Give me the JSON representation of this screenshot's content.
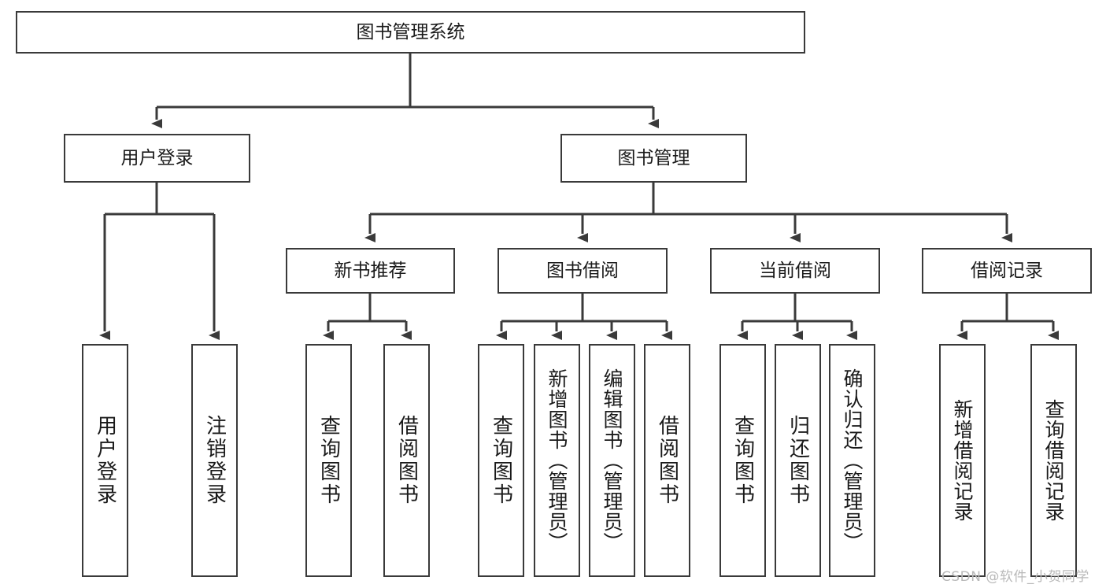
{
  "diagram": {
    "title": "图书管理系统",
    "type": "hierarchy-tree",
    "watermark": "CSDN @软件_小贺同学",
    "colors": {
      "box_border": "#3a3a3a",
      "box_fill": "#ffffff",
      "text": "#1a1a1a",
      "edge": "#3a3a3a",
      "watermark": "#b9b9b9"
    },
    "nodes": {
      "root": {
        "label": "图书管理系统"
      },
      "level2": [
        {
          "id": "user-login",
          "label": "用户登录"
        },
        {
          "id": "book-management",
          "label": "图书管理"
        }
      ],
      "level3": [
        {
          "id": "new-book-recommend",
          "label": "新书推荐"
        },
        {
          "id": "book-borrow",
          "label": "图书借阅"
        },
        {
          "id": "current-borrow",
          "label": "当前借阅"
        },
        {
          "id": "borrow-record",
          "label": "借阅记录"
        }
      ],
      "leaves": {
        "user_login": [
          {
            "id": "leaf-user-login",
            "label": "用户登录"
          },
          {
            "id": "leaf-logout",
            "label": "注销登录"
          }
        ],
        "new_book_recommend": [
          {
            "id": "leaf-query-book-1",
            "label": "查询图书"
          },
          {
            "id": "leaf-borrow-book-1",
            "label": "借阅图书"
          }
        ],
        "book_borrow": [
          {
            "id": "leaf-query-book-2",
            "label": "查询图书"
          },
          {
            "id": "leaf-add-book",
            "label": "新增图书（管理员）"
          },
          {
            "id": "leaf-edit-book",
            "label": "编辑图书（管理员）"
          },
          {
            "id": "leaf-borrow-book-2",
            "label": "借阅图书"
          }
        ],
        "current_borrow": [
          {
            "id": "leaf-query-book-3",
            "label": "查询图书"
          },
          {
            "id": "leaf-return-book",
            "label": "归还图书"
          },
          {
            "id": "leaf-confirm-return",
            "label": "确认归还（管理员）"
          }
        ],
        "borrow_record": [
          {
            "id": "leaf-add-record",
            "label": "新增借阅记录"
          },
          {
            "id": "leaf-query-record",
            "label": "查询借阅记录"
          }
        ]
      }
    }
  }
}
